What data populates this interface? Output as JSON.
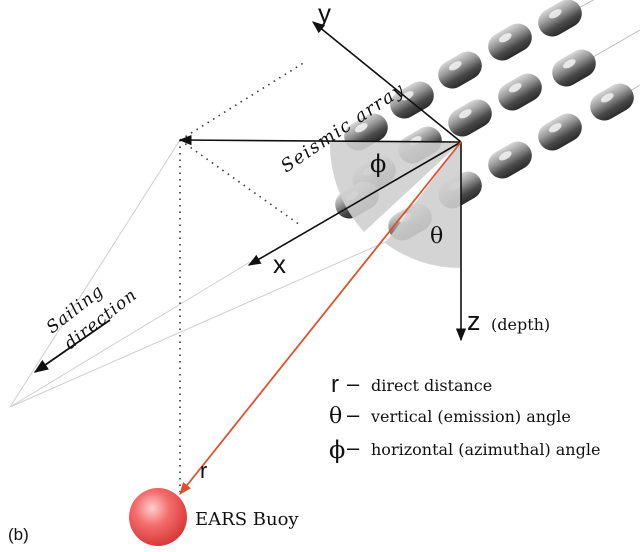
{
  "panel_label": "(b)",
  "axes": {
    "x": "x",
    "y": "y",
    "z": "z",
    "z_note": "(depth)"
  },
  "array_label": "Seismic array",
  "sailing_label": [
    "Sailing",
    "direction"
  ],
  "angle_symbols": {
    "phi": "ϕ",
    "theta": "θ"
  },
  "range_label": "r",
  "buoy_label": "EARS Buoy",
  "legend": [
    {
      "symbol": "r",
      "dash": "–",
      "text": "direct distance"
    },
    {
      "symbol": "θ",
      "dash": "–",
      "text": "vertical (emission) angle"
    },
    {
      "symbol": "ϕ",
      "dash": "–",
      "text": "horizontal (azimuthal) angle"
    }
  ],
  "colors": {
    "range_line": "#e0502b",
    "buoy_fill": "#f26a6a",
    "angle_wedge": "#cfcfcf",
    "axis": "#111111",
    "guide_line": "#c8c8c8",
    "airgun": "#7a7a7a"
  }
}
